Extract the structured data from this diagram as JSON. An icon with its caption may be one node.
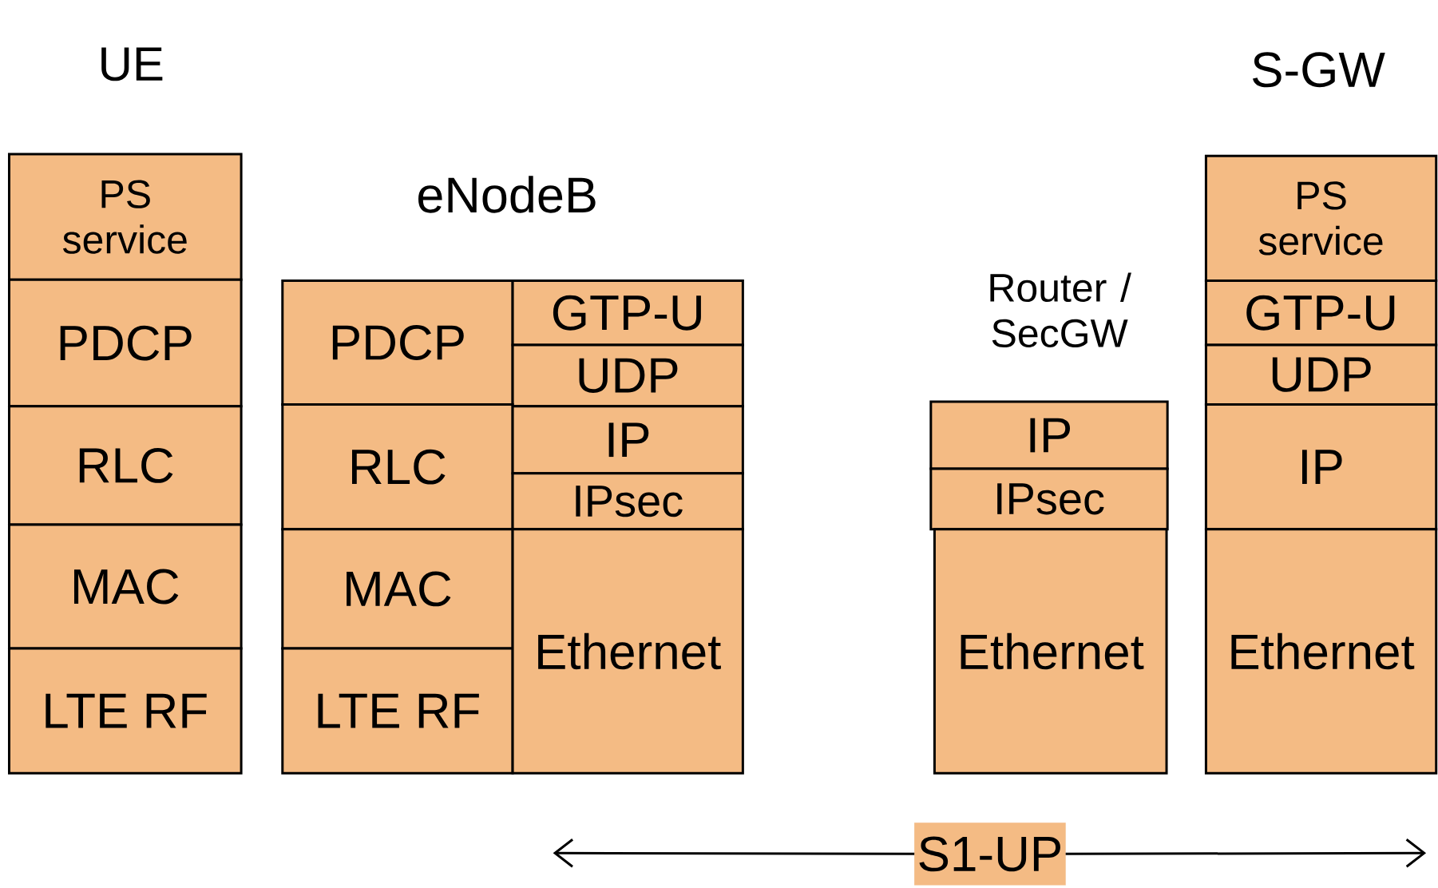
{
  "diagram": {
    "nodes": [
      {
        "text": [
          "PS service"
        ]
      },
      {
        "text": [
          "PDCP"
        ]
      },
      {
        "text": [
          "RLC"
        ]
      },
      {
        "text": [
          "MAC"
        ]
      },
      {
        "text": [
          "LTE RF"
        ]
      },
      {
        "text": [
          "PDCP"
        ]
      },
      {
        "text": [
          "GTP-U"
        ]
      },
      {
        "text": [
          "UDP"
        ]
      },
      {
        "text": [
          "RLC"
        ]
      },
      {
        "text": [
          "IP"
        ]
      },
      {
        "text": [
          "IPsec"
        ]
      },
      {
        "text": [
          "MAC"
        ]
      },
      {
        "text": [
          "LTE RF"
        ]
      },
      {
        "text": [
          "Ethernet"
        ]
      },
      {
        "text": [
          "IP"
        ]
      },
      {
        "text": [
          "IPsec"
        ]
      },
      {
        "text": [
          "Ethernet"
        ]
      },
      {
        "text": [
          "PS service"
        ]
      },
      {
        "text": [
          "GTP-U"
        ]
      },
      {
        "text": [
          "UDP"
        ]
      },
      {
        "text": [
          "IP"
        ]
      },
      {
        "text": [
          "Ethernet"
        ]
      },
      {
        "text": [
          "S1-UP"
        ]
      }
    ],
    "edges": [
      {
        "from": 22,
        "to": null,
        "arrow": "to"
      },
      {
        "from": 22,
        "to": null,
        "arrow": "to"
      }
    ],
    "labels": [
      "UE",
      "S-GW",
      "eNodeB",
      "Router / SecGW"
    ]
  }
}
